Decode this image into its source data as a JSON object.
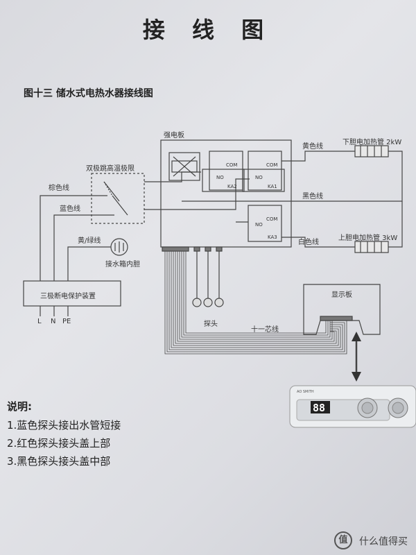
{
  "page": {
    "title": "接 线 图",
    "figure_title": "图十三  储水式电热水器接线图"
  },
  "diagram": {
    "thermostat_label": "双极跳高温极限",
    "brown_wire": "棕色线",
    "blue_wire": "蓝色线",
    "yellow_green_wire": "黄/绿线",
    "tank_label": "接水箱内胆",
    "protector_label": "三极断电保护装置",
    "terminals": [
      "L",
      "N",
      "PE"
    ],
    "power_board": "强电板",
    "yellow_wire": "黄色线",
    "black_wire": "黑色线",
    "white_wire": "白色线",
    "lower_heater": "下胆电加热管 2kW",
    "upper_heater": "上胆电加热管 3kW",
    "display_board": "显示板",
    "probe": "探头",
    "cable": "十一芯线",
    "relay_com": "COM",
    "relay_no": "NO",
    "relay_label": "KA1",
    "relay_label_2": "KA2",
    "relay_label_3": "KA3",
    "panel_display": "88",
    "panel_brand": "AO SMITH"
  },
  "notes": {
    "heading": "说明:",
    "items": [
      "1.蓝色探头接出水管短接",
      "2.红色探头接头盖上部",
      "3.黑色探头接头盖中部"
    ]
  },
  "watermark": {
    "icon": "值",
    "text": "什么值得买"
  }
}
